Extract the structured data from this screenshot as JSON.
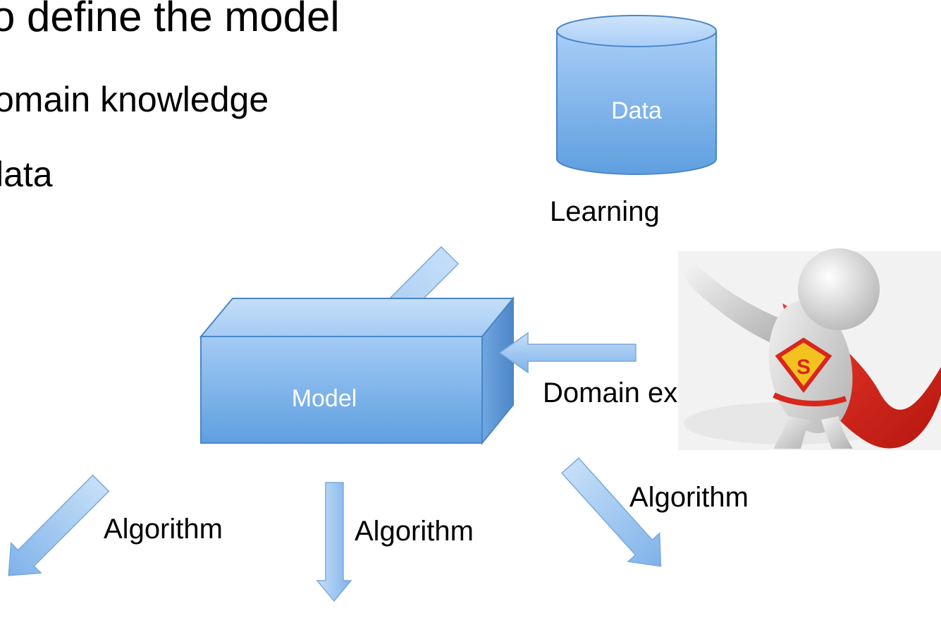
{
  "slide_text": {
    "line1": "o define the model",
    "line2": "omain knowledge",
    "line3": "lata"
  },
  "nodes": {
    "data_label": "Data",
    "model_label": "Model"
  },
  "edges": {
    "learning": "Learning",
    "domain_expert": "Domain expert",
    "algorithm_left": "Algorithm",
    "algorithm_center": "Algorithm",
    "algorithm_right": "Algorithm"
  },
  "colors": {
    "shape_fill_top": "#a9cdf7",
    "shape_fill_bottom": "#5f9fe0",
    "shape_stroke": "#4a86c8",
    "arrow_fill_light": "#c6dff8",
    "arrow_fill_dark": "#7fb2ea",
    "node_text": "#ffffff",
    "label_text": "#000000",
    "cape_red": "#d8261c",
    "shield_yellow": "#f4c21f"
  },
  "illustration": {
    "subject": "superhero-figure-icon",
    "emblem_letter": "S"
  }
}
